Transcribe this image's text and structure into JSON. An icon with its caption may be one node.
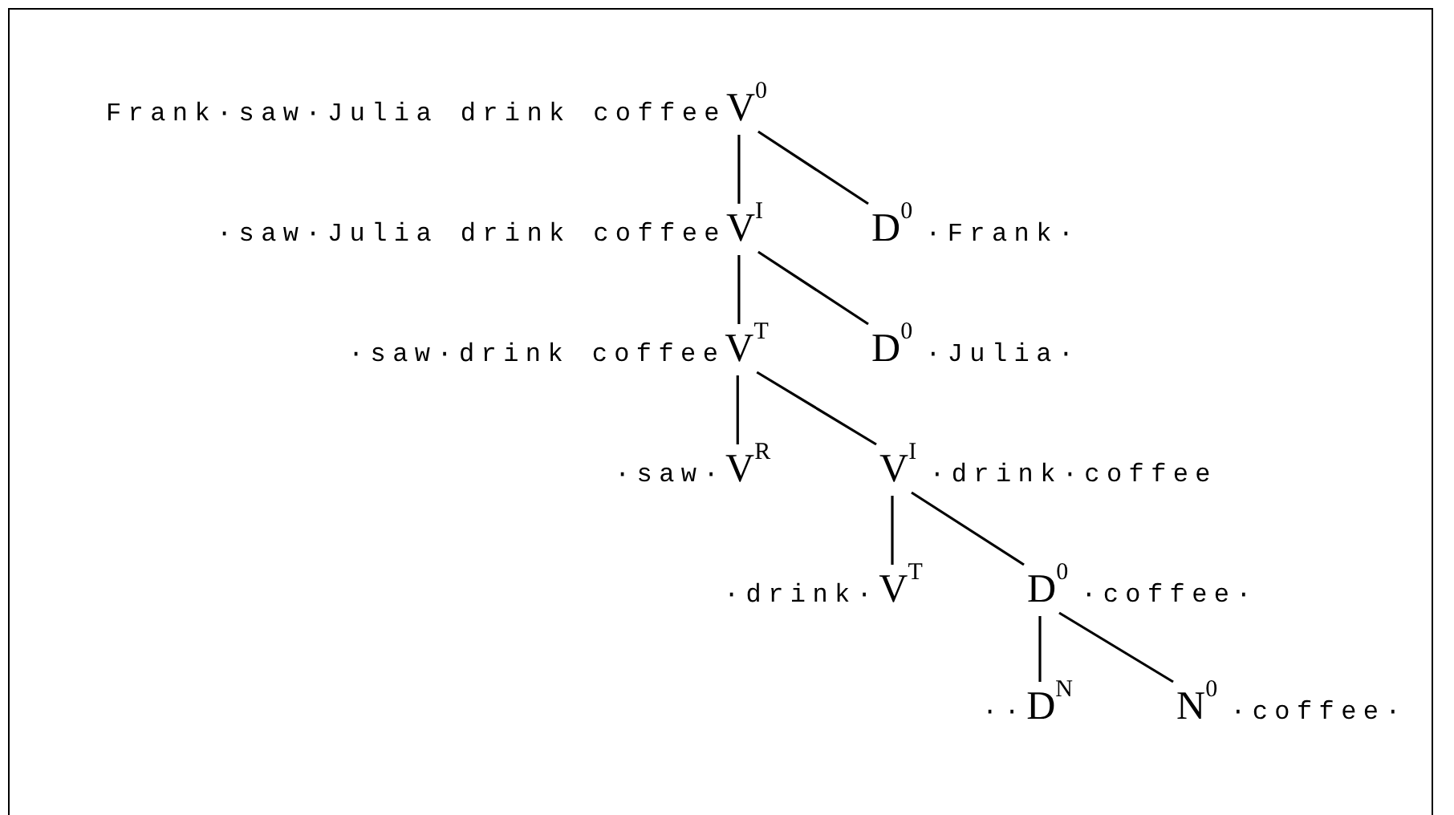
{
  "diagram": {
    "nodes": [
      {
        "text": [
          "V$^{0}$"
        ],
        "beside": [
          "Frank·saw·Julia drink coffee"
        ]
      },
      {
        "text": [
          "V$^{I}$"
        ],
        "beside": [
          "·saw·Julia drink coffee"
        ]
      },
      {
        "text": [
          "D$^{0}$"
        ],
        "beside": [
          "·Frank·"
        ]
      },
      {
        "text": [
          "V$^{T}$"
        ],
        "beside": [
          "·saw·drink coffee"
        ]
      },
      {
        "text": [
          "D$^{0}$"
        ],
        "beside": [
          "·Julia·"
        ]
      },
      {
        "text": [
          "V$^{R}$"
        ],
        "beside": [
          "·saw·"
        ]
      },
      {
        "text": [
          "V$^{I}$"
        ],
        "beside": [
          "·drink·coffee"
        ]
      },
      {
        "text": [
          "V$^{T}$"
        ],
        "beside": [
          "·drink·"
        ]
      },
      {
        "text": [
          "D$^{0}$"
        ],
        "beside": [
          "·coffee·"
        ]
      },
      {
        "text": [
          "D$^{N}$"
        ],
        "beside": [
          "··"
        ]
      },
      {
        "text": [
          "N$^{0}$"
        ],
        "beside": [
          "·coffee·"
        ]
      }
    ],
    "edges": [
      {
        "from": 0,
        "to": 1,
        "arrow": "none"
      },
      {
        "from": 0,
        "to": 2,
        "arrow": "none"
      },
      {
        "from": 1,
        "to": 3,
        "arrow": "none"
      },
      {
        "from": 1,
        "to": 4,
        "arrow": "none"
      },
      {
        "from": 3,
        "to": 5,
        "arrow": "none"
      },
      {
        "from": 3,
        "to": 6,
        "arrow": "none"
      },
      {
        "from": 6,
        "to": 7,
        "arrow": "none"
      },
      {
        "from": 6,
        "to": 8,
        "arrow": "none"
      },
      {
        "from": 8,
        "to": 9,
        "arrow": "none"
      },
      {
        "from": 8,
        "to": 10,
        "arrow": "none"
      }
    ]
  }
}
